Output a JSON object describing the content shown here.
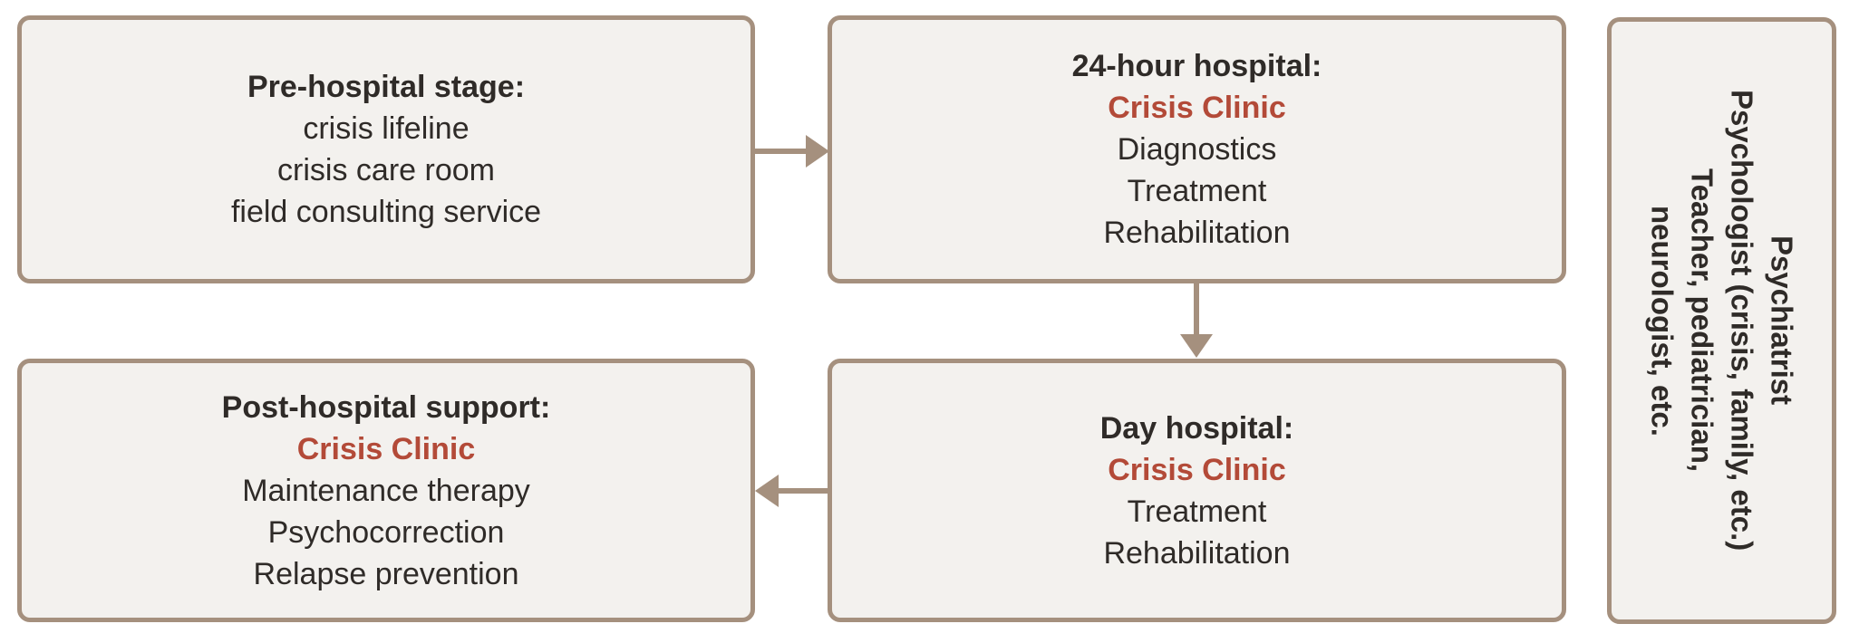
{
  "colors": {
    "border": "#a5907e",
    "box_fill": "#f3f1ee",
    "accent_red": "#b34a38",
    "text": "#2f2b28",
    "background": "#ffffff"
  },
  "boxes": {
    "pre_hospital": {
      "title": "Pre-hospital stage:",
      "lines": [
        "crisis lifeline",
        "crisis care room",
        "field consulting service"
      ]
    },
    "hospital_24h": {
      "title": "24-hour hospital:",
      "highlight": "Crisis Clinic",
      "lines": [
        "Diagnostics",
        "Treatment",
        "Rehabilitation"
      ]
    },
    "day_hospital": {
      "title": "Day hospital:",
      "highlight": "Crisis Clinic",
      "lines": [
        "Treatment",
        "Rehabilitation"
      ]
    },
    "post_hospital": {
      "title": "Post-hospital support:",
      "highlight": "Crisis Clinic",
      "lines": [
        "Maintenance therapy",
        "Psychocorrection",
        "Relapse prevention"
      ]
    },
    "specialists": {
      "lines": [
        "Psychiatrist",
        "Psychologist (crisis, family, etc.)",
        "Teacher, pediatrician,",
        "neurologist, etc."
      ]
    }
  },
  "arrows": [
    {
      "from": "pre_hospital",
      "to": "hospital_24h",
      "direction": "right"
    },
    {
      "from": "hospital_24h",
      "to": "day_hospital",
      "direction": "down"
    },
    {
      "from": "day_hospital",
      "to": "post_hospital",
      "direction": "left"
    }
  ]
}
